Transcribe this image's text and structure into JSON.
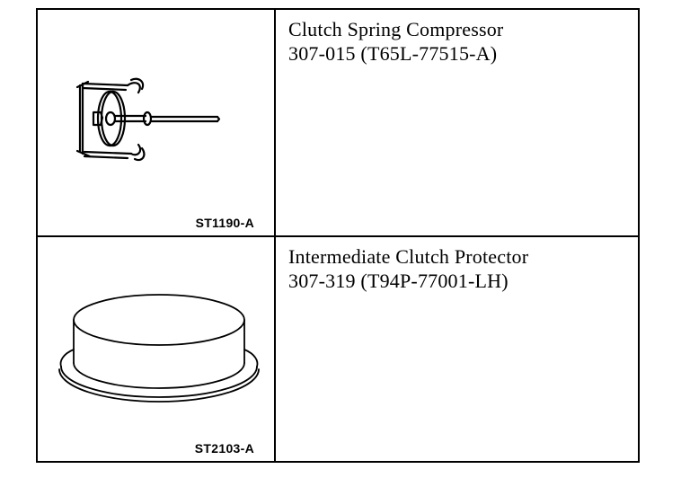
{
  "tools": [
    {
      "name": "Clutch Spring Compressor",
      "number": "307-015 (T65L-77515-A)",
      "illustration_code": "ST1190-A",
      "icon": "clutch-spring-compressor-icon"
    },
    {
      "name": "Intermediate Clutch Protector",
      "number": "307-319 (T94P-77001-LH)",
      "illustration_code": "ST2103-A",
      "icon": "clutch-protector-ring-icon"
    }
  ]
}
